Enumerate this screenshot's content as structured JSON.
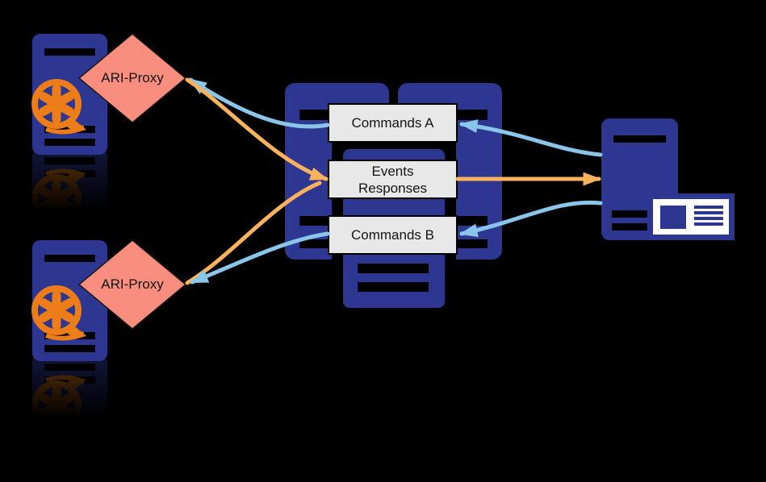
{
  "diagram": {
    "type": "architecture-diagram",
    "background": "#000000",
    "colors": {
      "server_navy": "#2D3690",
      "proxy_salmon": "#F98D7E",
      "proxy_border": "#1A1A1A",
      "label_box_fill": "#E8E8E8",
      "label_box_border": "#000000",
      "arrow_blue": "#8AC6EA",
      "arrow_orange": "#FBB25C",
      "asterisk_orange": "#EC7D18",
      "card_white": "#FFFFFF"
    },
    "proxies": {
      "top": {
        "label": "ARI-Proxy"
      },
      "bottom": {
        "label": "ARI-Proxy"
      }
    },
    "queues": {
      "commands_a": {
        "label": "Commands A"
      },
      "events": {
        "line1": "Events",
        "line2": "Responses"
      },
      "commands_b": {
        "label": "Commands B"
      }
    },
    "arrows": [
      {
        "from": "commands-a-queue",
        "to": "ari-proxy-top",
        "color": "blue"
      },
      {
        "from": "ari-proxy-top",
        "to": "events-responses-queue",
        "color": "orange"
      },
      {
        "from": "ari-proxy-bottom",
        "to": "events-responses-queue",
        "color": "orange"
      },
      {
        "from": "commands-b-queue",
        "to": "ari-proxy-bottom",
        "color": "blue"
      },
      {
        "from": "app-server",
        "to": "commands-a-queue",
        "color": "blue"
      },
      {
        "from": "events-responses-queue",
        "to": "app-server",
        "color": "orange"
      },
      {
        "from": "app-server",
        "to": "commands-b-queue",
        "color": "blue"
      }
    ]
  }
}
